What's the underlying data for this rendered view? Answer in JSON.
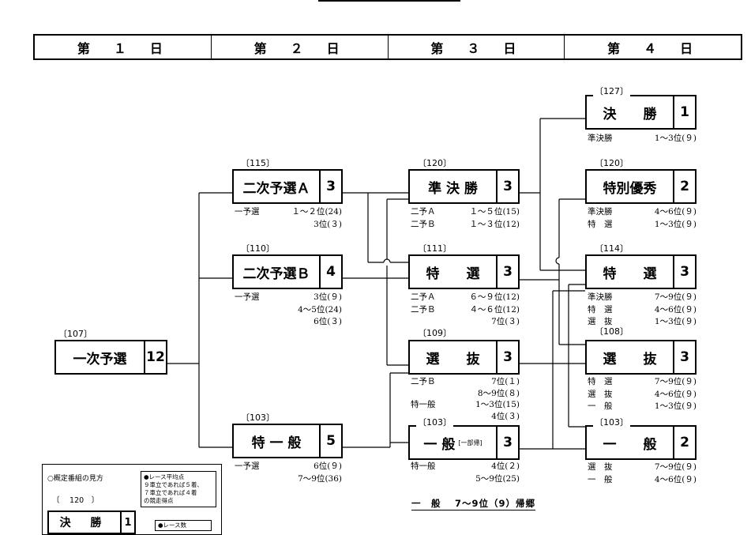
{
  "header": {
    "days": [
      "第　１　日",
      "第　２　日",
      "第　３　日",
      "第　４　日"
    ]
  },
  "races": [
    {
      "id": "r107",
      "code": "〔107〕",
      "name": "一次予選",
      "count": "12",
      "quals": []
    },
    {
      "id": "r115",
      "code": "〔115〕",
      "name": "二次予選Ａ",
      "count": "3",
      "quals": [
        {
          "from": "一予選",
          "rank": "１～２位",
          "n": "(24)"
        },
        {
          "from": "",
          "rank": "3位",
          "n": "(３)"
        }
      ]
    },
    {
      "id": "r110",
      "code": "〔110〕",
      "name": "二次予選Ｂ",
      "count": "4",
      "quals": [
        {
          "from": "一予選",
          "rank": "3位",
          "n": "(９)"
        },
        {
          "from": "",
          "rank": "4～5位",
          "n": "(24)"
        },
        {
          "from": "",
          "rank": "6位",
          "n": "(３)"
        }
      ]
    },
    {
      "id": "r103a",
      "code": "〔103〕",
      "name": "特 一 般",
      "count": "5",
      "quals": [
        {
          "from": "一予選",
          "rank": "6位",
          "n": "(９)"
        },
        {
          "from": "",
          "rank": "7～9位",
          "n": "(36)"
        }
      ]
    },
    {
      "id": "r120a",
      "code": "〔120〕",
      "name": "準 決 勝",
      "count": "3",
      "quals": [
        {
          "from": "二予Ａ",
          "rank": "１～５位",
          "n": "(15)"
        },
        {
          "from": "二予Ｂ",
          "rank": "１～３位",
          "n": "(12)"
        }
      ]
    },
    {
      "id": "r111",
      "code": "〔111〕",
      "name": "特　　選",
      "count": "3",
      "quals": [
        {
          "from": "二予Ａ",
          "rank": "６～９位",
          "n": "(12)"
        },
        {
          "from": "二予Ｂ",
          "rank": "４～６位",
          "n": "(12)"
        },
        {
          "from": "",
          "rank": "7位",
          "n": "(３)"
        }
      ]
    },
    {
      "id": "r109",
      "code": "〔109〕",
      "name": "選　　抜",
      "count": "3",
      "quals": [
        {
          "from": "二予Ｂ",
          "rank": "7位",
          "n": "(１)"
        },
        {
          "from": "",
          "rank": "8～9位",
          "n": "(８)"
        },
        {
          "from": "特一般",
          "rank": "1～3位",
          "n": "(15)"
        },
        {
          "from": "",
          "rank": "4位",
          "n": "(３)"
        }
      ]
    },
    {
      "id": "r103b",
      "code": "〔103〕",
      "name": "一 般",
      "sub": "[一部帰]",
      "count": "3",
      "quals": [
        {
          "from": "特一般",
          "rank": "4位",
          "n": "(２)"
        },
        {
          "from": "",
          "rank": "5～9位",
          "n": "(25)"
        }
      ]
    },
    {
      "id": "r127",
      "code": "〔127〕",
      "name": "決　　勝",
      "count": "1",
      "quals": [
        {
          "from": "準決勝",
          "rank": "1～3位",
          "n": "(９)"
        }
      ]
    },
    {
      "id": "r120b",
      "code": "〔120〕",
      "name": "特別優秀",
      "count": "2",
      "quals": [
        {
          "from": "準決勝",
          "rank": "4～6位",
          "n": "(９)"
        },
        {
          "from": "特　選",
          "rank": "1～3位",
          "n": "(９)"
        }
      ]
    },
    {
      "id": "r114",
      "code": "〔114〕",
      "name": "特　　選",
      "count": "3",
      "quals": [
        {
          "from": "準決勝",
          "rank": "7～9位",
          "n": "(９)"
        },
        {
          "from": "特　選",
          "rank": "4～6位",
          "n": "(９)"
        },
        {
          "from": "選　抜",
          "rank": "1～3位",
          "n": "(９)"
        }
      ]
    },
    {
      "id": "r108",
      "code": "〔108〕",
      "name": "選　　抜",
      "count": "3",
      "quals": [
        {
          "from": "特　選",
          "rank": "7～9位",
          "n": "(９)"
        },
        {
          "from": "選　抜",
          "rank": "4～6位",
          "n": "(９)"
        },
        {
          "from": "一　般",
          "rank": "1～3位",
          "n": "(９)"
        }
      ]
    },
    {
      "id": "r103c",
      "code": "〔103〕",
      "name": "一　　般",
      "count": "2",
      "quals": [
        {
          "from": "選　抜",
          "rank": "7～9位",
          "n": "(９)"
        },
        {
          "from": "一　般",
          "rank": "4～6位",
          "n": "(９)"
        }
      ]
    }
  ],
  "return_note": "一　般　 7～9位（9）帰郷",
  "legend": {
    "title": "○概定番組の見方",
    "note_lines": [
      "●レース平均点",
      "９車立であれば５着、",
      "７車立であれば４着",
      "の競走得点"
    ],
    "code": "〔　 120　〕",
    "race_name": "決 勝",
    "race_count": "1",
    "note2": "●レース数"
  }
}
